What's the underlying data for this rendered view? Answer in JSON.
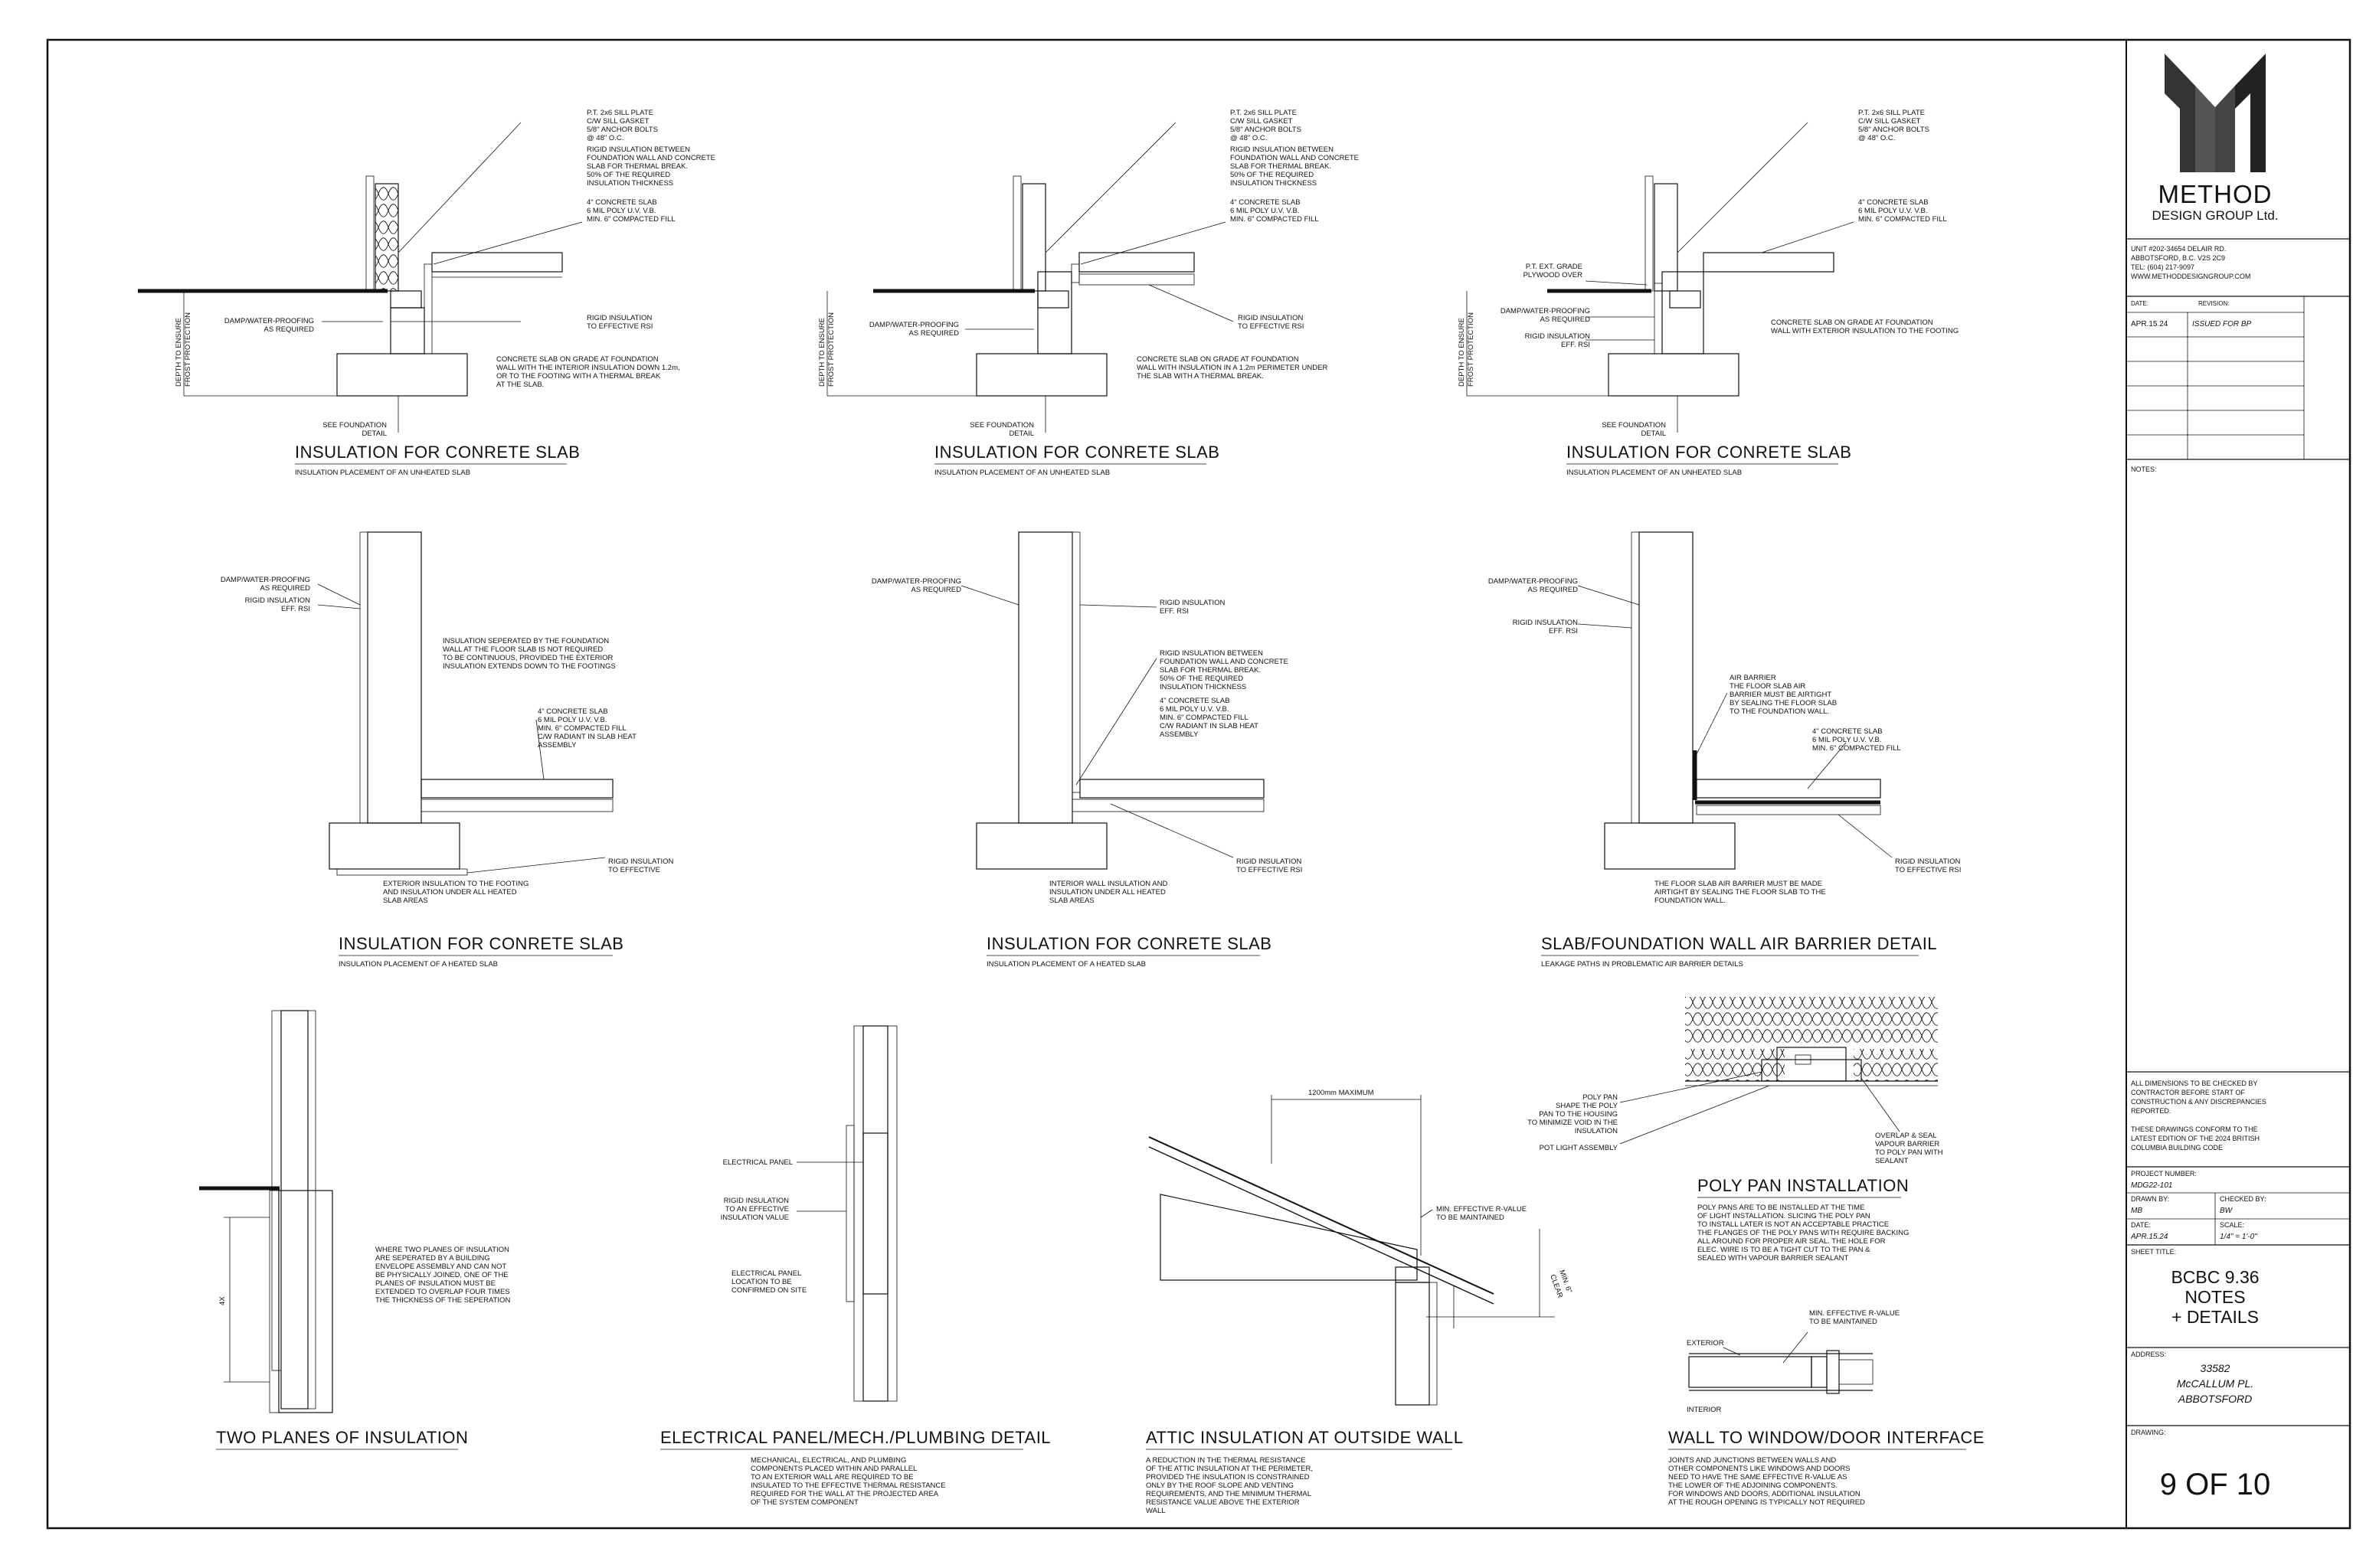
{
  "details": [
    {
      "title": "INSULATION FOR CONRETE SLAB",
      "subtitle": "INSULATION PLACEMENT OF AN UNHEATED SLAB",
      "callouts": [
        "P.T. 2x6 SILL PLATE",
        "C/W SILL GASKET",
        "5/8\" ANCHOR BOLTS",
        "@ 48\" O.C.",
        "RIGID INSULATION BETWEEN",
        "FOUNDATION WALL AND CONCRETE",
        "SLAB FOR THERMAL BREAK.",
        "50% OF THE REQUIRED",
        "INSULATION THICKNESS",
        "4\" CONCRETE SLAB",
        "6 MIL POLY U.V. V.B.",
        "MIN. 6\" COMPACTED FILL",
        "DAMP/WATER-PROOFING",
        "AS REQUIRED",
        "RIGID INSULATION",
        "TO EFFECTIVE RSI",
        "CONCRETE SLAB ON GRADE AT FOUNDATION",
        "WALL WITH THE INTERIOR INSULATION DOWN 1.2m,",
        "OR TO THE FOOTING WITH A THERMAL BREAK",
        "AT THE SLAB.",
        "SEE FOUNDATION",
        "DETAIL",
        "DEPTH TO ENSURE",
        "FROST PROTECTION"
      ]
    },
    {
      "title": "INSULATION FOR CONRETE SLAB",
      "subtitle": "INSULATION PLACEMENT OF AN UNHEATED SLAB",
      "callouts": [
        "P.T. 2x6 SILL PLATE",
        "C/W SILL GASKET",
        "5/8\" ANCHOR BOLTS",
        "@ 48\" O.C.",
        "RIGID INSULATION BETWEEN",
        "FOUNDATION WALL AND CONCRETE",
        "SLAB FOR THERMAL BREAK.",
        "50% OF THE REQUIRED",
        "INSULATION THICKNESS",
        "4\" CONCRETE SLAB",
        "6 MIL POLY U.V. V.B.",
        "MIN. 6\" COMPACTED FILL",
        "DAMP/WATER-PROOFING",
        "AS REQUIRED",
        "RIGID INSULATION",
        "TO EFFECTIVE RSI",
        "CONCRETE SLAB ON GRADE AT FOUNDATION",
        "WALL WITH INSULATION IN A 1.2m PERIMETER UNDER",
        "THE SLAB WITH A THERMAL BREAK.",
        "SEE FOUNDATION",
        "DETAIL",
        "DEPTH TO ENSURE",
        "FROST PROTECTION"
      ]
    },
    {
      "title": "INSULATION FOR CONRETE SLAB",
      "subtitle": "INSULATION PLACEMENT OF AN UNHEATED SLAB",
      "callouts": [
        "P.T. 2x6 SILL PLATE",
        "C/W SILL GASKET",
        "5/8\" ANCHOR BOLTS",
        "@ 48\" O.C.",
        "4\" CONCRETE SLAB",
        "6 MIL POLY U.V. V.B.",
        "MIN. 6\" COMPACTED FILL",
        "P.T. EXT. GRADE",
        "PLYWOOD OVER",
        "DAMP/WATER-PROOFING",
        "AS REQUIRED",
        "RIGID INSULATION",
        "EFF. RSI",
        "CONCRETE SLAB ON GRADE AT FOUNDATION",
        "WALL WITH EXTERIOR INSULATION TO THE FOOTING",
        "SEE FOUNDATION",
        "DETAIL",
        "DEPTH TO ENSURE",
        "FROST PROTECTION"
      ]
    },
    {
      "title": "INSULATION FOR CONRETE SLAB",
      "subtitle": "INSULATION PLACEMENT OF A HEATED SLAB",
      "callouts": [
        "DAMP/WATER-PROOFING",
        "AS REQUIRED",
        "RIGID INSULATION",
        "EFF. RSI",
        "INSULATION SEPERATED BY THE FOUNDATION",
        "WALL AT THE FLOOR SLAB IS NOT REQUIRED",
        "TO BE CONTINUOUS, PROVIDED THE EXTERIOR",
        "INSULATION EXTENDS DOWN TO THE FOOTINGS",
        "4\" CONCRETE SLAB",
        "6 MIL POLY U.V. V.B.",
        "MIN. 6\" COMPACTED FILL",
        "C/W RADIANT IN SLAB HEAT",
        "ASSEMBLY",
        "RIGID INSULATION",
        "TO EFFECTIVE",
        "EXTERIOR INSULATION TO THE FOOTING",
        "AND INSULATION UNDER ALL HEATED",
        "SLAB AREAS"
      ]
    },
    {
      "title": "INSULATION FOR CONRETE SLAB",
      "subtitle": "INSULATION PLACEMENT OF A HEATED SLAB",
      "callouts": [
        "DAMP/WATER-PROOFING",
        "AS REQUIRED",
        "RIGID INSULATION",
        "EFF. RSI",
        "RIGID INSULATION BETWEEN",
        "FOUNDATION WALL AND CONCRETE",
        "SLAB FOR THERMAL BREAK.",
        "50% OF THE REQUIRED",
        "INSULATION THICKNESS",
        "4\" CONCRETE SLAB",
        "6 MIL POLY U.V. V.B.",
        "MIN. 6\" COMPACTED FILL",
        "C/W RADIANT IN SLAB HEAT",
        "ASSEMBLY",
        "RIGID INSULATION",
        "TO EFFECTIVE RSI",
        "INTERIOR WALL INSULATION AND",
        "INSULATION UNDER ALL HEATED",
        "SLAB AREAS"
      ]
    },
    {
      "title": "SLAB/FOUNDATION WALL AIR BARRIER DETAIL",
      "subtitle": "LEAKAGE PATHS IN PROBLEMATIC AIR BARRIER DETAILS",
      "callouts": [
        "DAMP/WATER-PROOFING",
        "AS REQUIRED",
        "RIGID INSULATION",
        "EFF. RSI",
        "AIR BARRIER",
        "THE FLOOR SLAB AIR",
        "BARRIER MUST BE AIRTIGHT",
        "BY SEALING THE FLOOR SLAB",
        "TO THE FOUNDATION WALL.",
        "4\" CONCRETE SLAB",
        "6 MIL POLY U.V. V.B.",
        "MIN. 6\" COMPACTED FILL",
        "RIGID INSULATION",
        "TO EFFECTIVE RSI",
        "THE FLOOR SLAB AIR BARRIER MUST BE MADE",
        "AIRTIGHT BY SEALING THE FLOOR SLAB TO THE",
        "FOUNDATION WALL."
      ]
    },
    {
      "title": "TWO PLANES OF INSULATION",
      "subtitle": "",
      "callouts": [
        "4X",
        "WHERE TWO PLANES OF INSULATION",
        "ARE SEPERATED BY A BUILDING",
        "ENVELOPE ASSEMBLY AND CAN NOT",
        "BE PHYSICALLY JOINED, ONE OF THE",
        "PLANES OF INSULATION MUST BE",
        "EXTENDED TO OVERLAP FOUR TIMES",
        "THE THICKNESS OF THE SEPERATION"
      ]
    },
    {
      "title": "ELECTRICAL PANEL/MECH./PLUMBING DETAIL",
      "subtitle": "",
      "callouts": [
        "ELECTRICAL PANEL",
        "RIGID INSULATION",
        "TO AN EFFECTIVE",
        "INSULATION VALUE",
        "ELECTRICAL PANEL",
        "LOCATION TO BE",
        "CONFIRMED ON SITE"
      ],
      "notes": [
        "MECHANICAL, ELECTRICAL, AND PLUMBING",
        "COMPONENTS PLACED WITHIN AND PARALLEL",
        "TO AN EXTERIOR WALL ARE REQUIRED TO BE",
        "INSULATED TO THE EFFECTIVE THERMAL RESISTANCE",
        "REQUIRED FOR THE WALL AT THE PROJECTED AREA",
        "OF THE SYSTEM COMPONENT"
      ]
    },
    {
      "title": "ATTIC INSULATION AT OUTSIDE WALL",
      "subtitle": "",
      "callouts": [
        "1200mm MAXIMUM",
        "MIN. EFFECTIVE R-VALUE",
        "TO BE MAINTAINED",
        "MIN. 6\"",
        "CLEAR"
      ],
      "notes": [
        "A REDUCTION IN THE THERMAL RESISTANCE",
        "OF THE ATTIC INSULATION AT THE PERIMETER,",
        "PROVIDED THE INSULATION IS CONSTRAINED",
        "ONLY BY THE ROOF SLOPE AND VENTING",
        "REQUIREMENTS, AND THE MINIMUM THERMAL",
        "RESISTANCE VALUE ABOVE THE EXTERIOR",
        "WALL"
      ]
    },
    {
      "title": "POLY PAN INSTALLATION",
      "subtitle": "",
      "callouts": [
        "POLY PAN",
        "SHAPE THE POLY",
        "PAN TO THE HOUSING",
        "TO MINIMIZE VOID IN THE",
        "INSULATION",
        "POT LIGHT ASSEMBLY",
        "OVERLAP & SEAL",
        "VAPOUR BARRIER",
        "TO POLY PAN WITH",
        "SEALANT"
      ],
      "notes": [
        "POLY PANS ARE TO BE INSTALLED AT THE TIME",
        "OF LIGHT INSTALLATION.  SLICING THE POLY PAN",
        "TO INSTALL LATER IS NOT AN ACCEPTABLE PRACTICE",
        "THE FLANGES OF THE POLY PANS WITH REQUIRE BACKING",
        "ALL AROUND FOR PROPER AIR SEAL.  THE HOLE FOR",
        "ELEC. WIRE IS TO BE A TIGHT CUT TO THE PAN &",
        "SEALED WITH VAPOUR BARRIER SEALANT"
      ]
    },
    {
      "title": "WALL TO WINDOW/DOOR INTERFACE",
      "subtitle": "",
      "callouts": [
        "MIN. EFFECTIVE R-VALUE",
        "TO BE MAINTAINED",
        "EXTERIOR",
        "INTERIOR"
      ],
      "notes": [
        "JOINTS AND JUNCTIONS BETWEEN WALLS AND",
        "OTHER COMPONENTS LIKE WINDOWS AND DOORS",
        "NEED TO HAVE THE SAME EFFECTIVE R-VALUE AS",
        "THE LOWER OF THE ADJOINING COMPONENTS.",
        "FOR WINDOWS AND DOORS, ADDITIONAL INSULATION",
        "AT THE ROUGH OPENING IS TYPICALLY NOT REQUIRED"
      ]
    }
  ],
  "titleblock": {
    "logo_word": "METHOD",
    "logo_sub": "DESIGN GROUP Ltd.",
    "address": [
      "UNIT #202-34654 DELAIR RD.",
      "ABBOTSFORD, B.C. V2S 2C9",
      "TEL: (604) 217-9097",
      "WWW.METHODDESIGNGROUP.COM"
    ],
    "date_label": "DATE:",
    "revision_label": "REVISION:",
    "revision_date": "APR.15.24",
    "revision_text": "ISSUED FOR BP",
    "notes_label": "NOTES:",
    "disclaimer": [
      "ALL DIMENSIONS TO BE CHECKED BY",
      "CONTRACTOR BEFORE START OF",
      "CONSTRUCTION & ANY DISCREPANCIES",
      "REPORTED."
    ],
    "code_note": [
      "THESE DRAWINGS CONFORM TO THE",
      "LATEST EDITION OF THE 2024 BRITISH",
      "COLUMBIA BUILDING CODE"
    ],
    "project_number_label": "PROJECT NUMBER:",
    "project_number": "MDG22-101",
    "drawn_by_label": "DRAWN BY:",
    "drawn_by": "MB",
    "checked_by_label": "CHECKED BY:",
    "checked_by": "BW",
    "date_field_label": "DATE:",
    "date_value": "APR.15.24",
    "scale_label": "SCALE:",
    "scale_value": "1/4\" = 1'-0\"",
    "sheet_title_label": "SHEET TITLE:",
    "sheet_title": [
      "BCBC 9.36",
      "NOTES",
      "+ DETAILS"
    ],
    "address_label": "ADDRESS:",
    "site_address": [
      "33582",
      "McCALLUM PL.",
      "ABBOTSFORD"
    ],
    "drawing_label": "DRAWING:",
    "drawing_number": "9 OF 10"
  }
}
